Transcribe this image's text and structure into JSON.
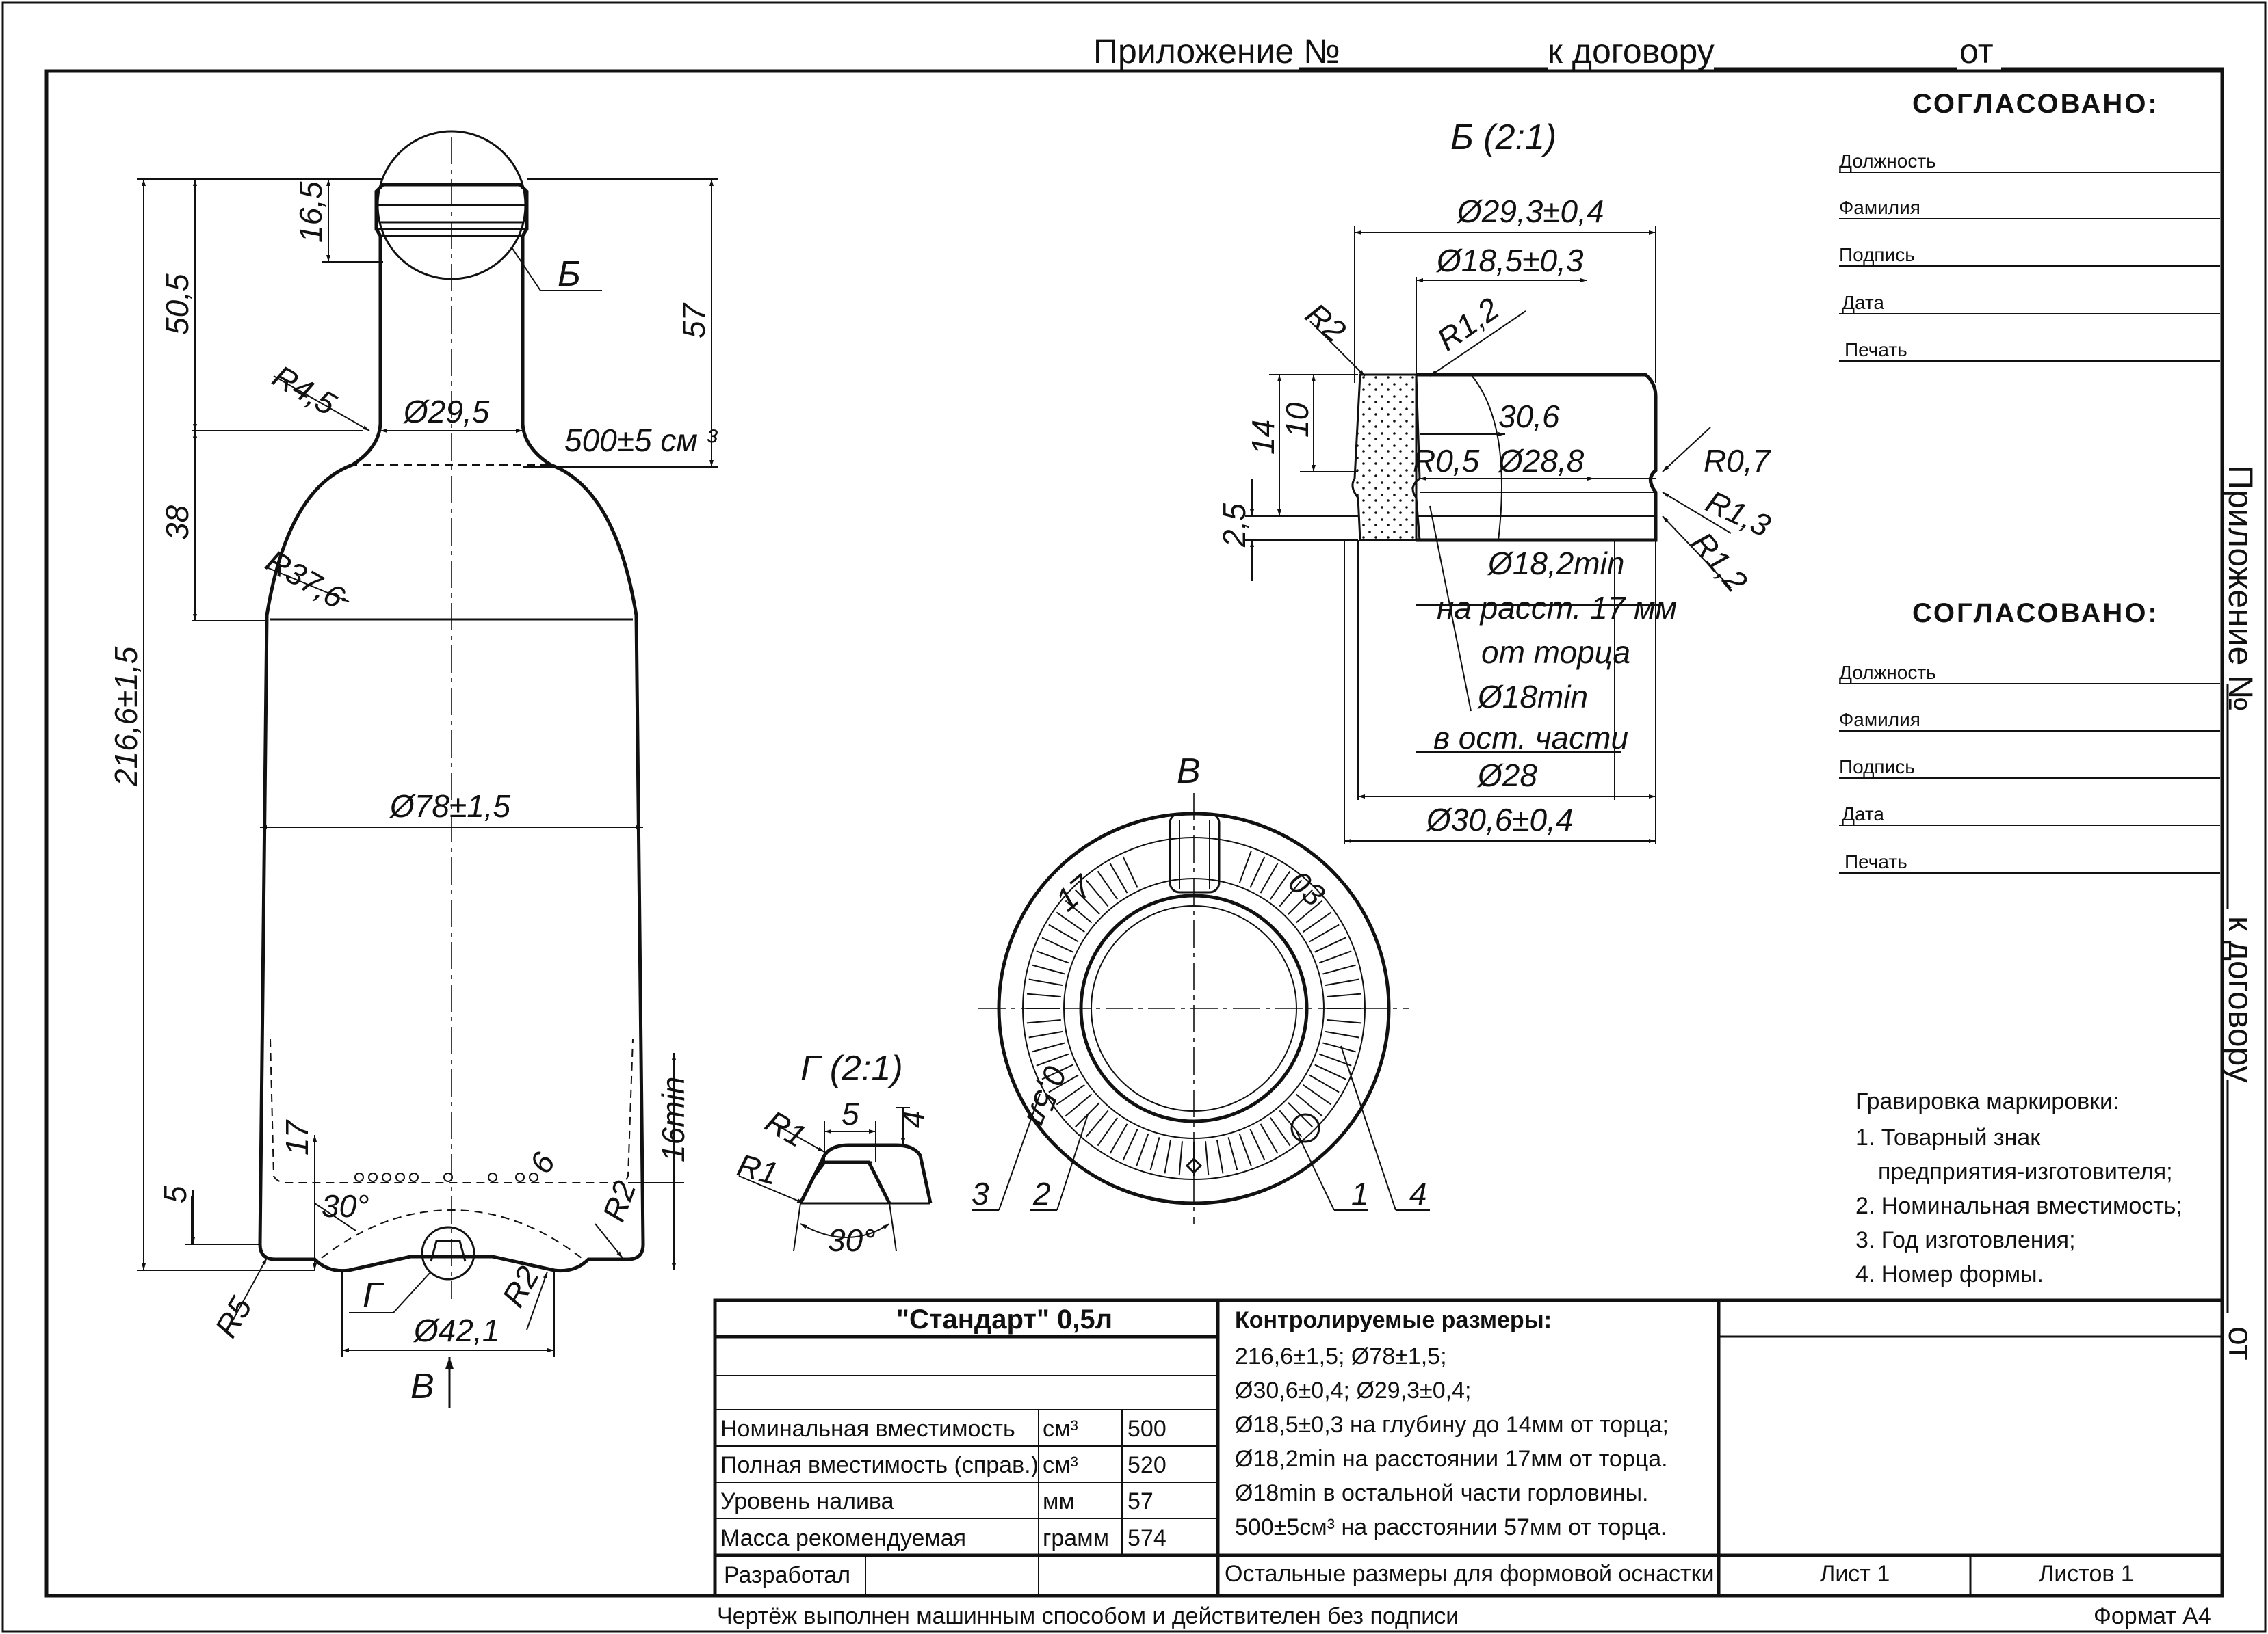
{
  "header": {
    "appendix_label": "Приложение №",
    "contract_label": "к договору",
    "from_label": "от"
  },
  "side_label": {
    "appendix": "Приложение №",
    "contract": "к договору",
    "from": "от"
  },
  "approval_blocks": [
    {
      "title": "СОГЛАСОВАНО:",
      "fields": [
        "Должность",
        "Фамилия",
        "Подпись",
        "Дата",
        "Печать"
      ]
    },
    {
      "title": "СОГЛАСОВАНО:",
      "fields": [
        "Должность",
        "Фамилия",
        "Подпись",
        "Дата",
        "Печать"
      ]
    }
  ],
  "main_view": {
    "dims": {
      "h16_5": "16,5",
      "h50_5": "50,5",
      "h57": "57",
      "r4_5": "R4,5",
      "d29_5": "Ø29,5",
      "vol": "500±5 см ³",
      "h38": "38",
      "r37_6": "R37,6",
      "h216": "216,6±1,5",
      "d78": "Ø78±1,5",
      "h16min": "16min",
      "h17": "17",
      "h5": "5",
      "a30": "30°",
      "h6": "6",
      "r2a": "R2",
      "r5": "R5",
      "r2b": "R2",
      "d42": "Ø42,1"
    },
    "callout_b": "Б",
    "callout_g": "Г",
    "view_arrow": "В"
  },
  "detail_b": {
    "title": "Б (2:1)",
    "dims": {
      "d29_3": "Ø29,3±0,4",
      "d18_5": "Ø18,5±0,3",
      "r2": "R2",
      "r1_2a": "R1,2",
      "d30_6": "30,6",
      "h14": "14",
      "h10": "10",
      "r0_5": "R0,5",
      "d28_8": "Ø28,8",
      "r0_7": "R0,7",
      "r1_3": "R1,3",
      "r1_2b": "R1,2",
      "h2_5": "2,5",
      "d18_2": "Ø18,2min",
      "note1": "на расст. 17 мм",
      "note2": "от торца",
      "d18min": "Ø18min",
      "note3": "в ост. части",
      "d28": "Ø28",
      "d30_6b": "Ø30,6±0,4"
    }
  },
  "detail_v": {
    "title": "В",
    "ring_text_17": "17",
    "ring_text_03": "03",
    "ring_text_05": "0,5л",
    "leaders": [
      "1",
      "2",
      "3",
      "4"
    ]
  },
  "detail_g": {
    "title": "Г (2:1)",
    "dims": {
      "r1a": "R1",
      "w5": "5",
      "h4": "4",
      "r1b": "R1",
      "a30": "30°"
    }
  },
  "engraving": {
    "title": "Гравировка маркировки:",
    "items": [
      "1. Товарный знак",
      "предприятия-изготовителя;",
      "2. Номинальная вместимость;",
      "3. Год изготовления;",
      "4. Номер формы."
    ]
  },
  "title_block": {
    "name": "\"Стандарт\"  0,5л",
    "rows": [
      {
        "label": "Номинальная вместимость",
        "unit": "см³",
        "value": "500"
      },
      {
        "label": "Полная вместимость (справ.)",
        "unit": "см³",
        "value": "520"
      },
      {
        "label": "Уровень налива",
        "unit": "мм",
        "value": "57"
      },
      {
        "label": "Масса рекомендуемая",
        "unit": "грамм",
        "value": "574"
      }
    ],
    "developed": "Разработал",
    "controlled_title": "Контролируемые размеры:",
    "controlled_lines": [
      "216,6±1,5; Ø78±1,5;",
      "Ø30,6±0,4; Ø29,3±0,4;",
      "Ø18,5±0,3 на глубину до 14мм от торца;",
      "Ø18,2min на расстоянии 17мм от торца.",
      "Ø18min в остальной части горловины.",
      "500±5см³ на расстоянии 57мм от торца."
    ],
    "other_dims": "Остальные размеры  для формовой оснастки",
    "sheet": "Лист 1",
    "sheets": "Листов 1"
  },
  "footer": {
    "machine_note": "Чертёж выполнен машинным способом и действителен без подписи",
    "format": "Формат А4"
  }
}
